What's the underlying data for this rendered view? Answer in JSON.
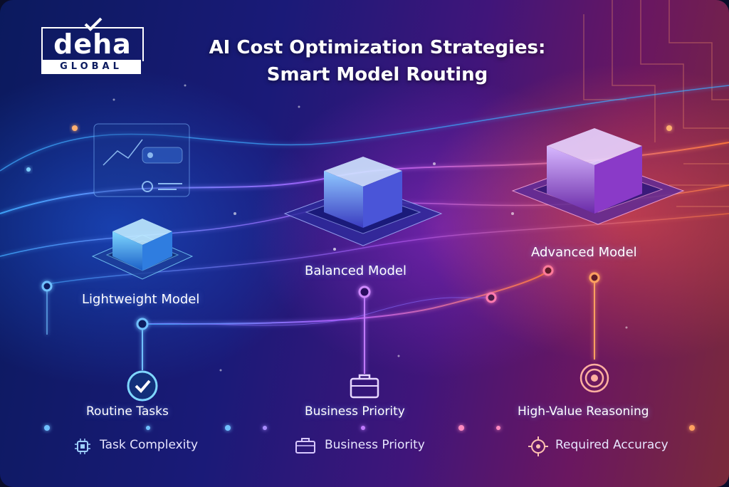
{
  "logo": {
    "word": "deha",
    "sub": "GLOBAL"
  },
  "title": {
    "line1": "AI Cost Optimization Strategies:",
    "line2": "Smart Model Routing"
  },
  "tiers": {
    "lightweight": "Lightweight Model",
    "balanced": "Balanced Model",
    "advanced": "Advanced Model"
  },
  "use_cases": {
    "routine": "Routine Tasks",
    "business": "Business Priority",
    "reasoning": "High-Value Reasoning"
  },
  "axis": {
    "complexity": "Task Complexity",
    "priority": "Business Priority",
    "accuracy": "Required Accuracy"
  },
  "colors": {
    "blue": "#3fa9ff",
    "purple": "#b45cff",
    "orange": "#ff7a3c"
  },
  "icons": [
    "check-icon",
    "briefcase-icon",
    "target-icon",
    "chip-icon",
    "gear-icon",
    "chat-bubble-icon"
  ]
}
